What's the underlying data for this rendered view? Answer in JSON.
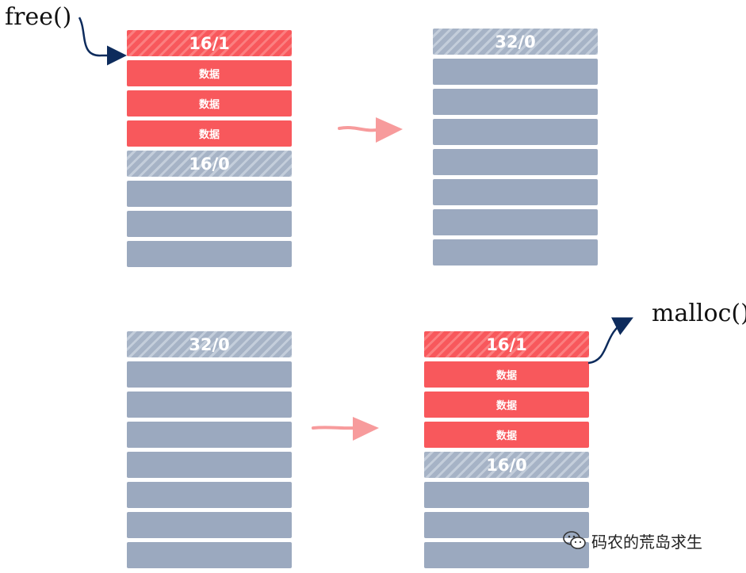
{
  "annotations": {
    "free_label": "free()",
    "malloc_label": "malloc()"
  },
  "diagrams": [
    {
      "before": {
        "header": "16/1",
        "data_rows": [
          "数据",
          "数据",
          "数据"
        ],
        "free_header": "16/0",
        "free_rows": 3
      },
      "after": {
        "header": "32/0",
        "free_rows": 7
      }
    },
    {
      "before": {
        "header": "32/0",
        "free_rows": 7
      },
      "after": {
        "header": "16/1",
        "data_rows": [
          "数据",
          "数据",
          "数据"
        ],
        "free_header": "16/0",
        "free_rows": 3
      }
    }
  ],
  "watermark": {
    "text": "码农的荒岛求生",
    "icon": "wechat-icon"
  },
  "colors": {
    "used": "#f8585c",
    "free": "#9ba9bf",
    "arrow": "#f79b9c",
    "pointer": "#0d2b5c"
  }
}
